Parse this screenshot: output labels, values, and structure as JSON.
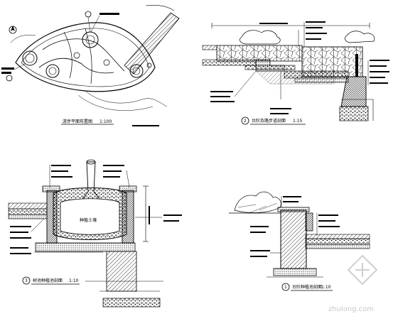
{
  "drawings": {
    "plan": {
      "title": "游步平面布置图",
      "scale": "1:100"
    },
    "section_path": {
      "number": "2",
      "title": "台阶及路步道剖面",
      "scale": "1:15"
    },
    "section_planter": {
      "number": "3",
      "title": "树池种植池剖面",
      "scale": "1:10",
      "label_inside": "种植土壤"
    },
    "section_wall": {
      "number": "1",
      "title": "台阶种植池剖面",
      "scale": "1:10"
    }
  },
  "watermark": {
    "text": "zhulong.com"
  },
  "colors": {
    "ink": "#000000",
    "watermark": "#b9b9b9",
    "background": "#ffffff"
  }
}
